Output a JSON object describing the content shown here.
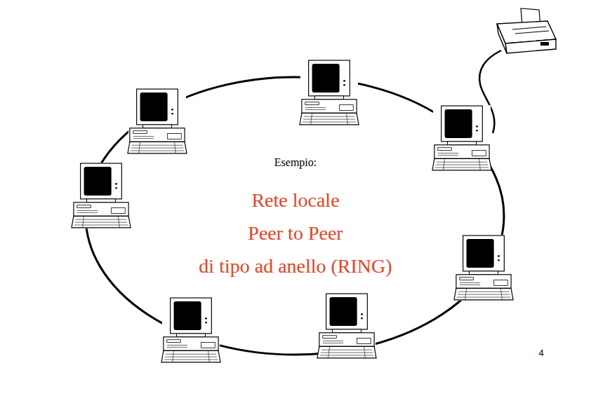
{
  "diagram": {
    "labels": [
      "Esempio:",
      "Rete locale",
      "Peer to Peer",
      "di tipo ad anello (RING)",
      "4"
    ]
  }
}
